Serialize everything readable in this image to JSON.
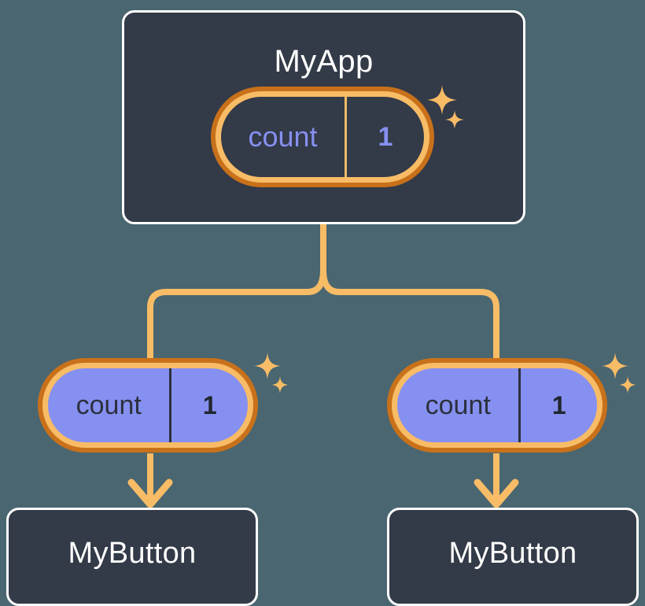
{
  "diagram": {
    "title_text": "",
    "background_color": "#4a6670",
    "accent_colors": {
      "card_background": "#333a48",
      "card_border": "#ffffff",
      "pill_outer_ring": "#c8711a",
      "pill_inner_ring": "#f8bc66",
      "pill_fill_purple": "#8690f0",
      "state_text_purple": "#8690f0",
      "state_text_dark": "#2b313d",
      "connector": "#f8bc66",
      "sparkle": "#f8bc66"
    }
  },
  "nodes": {
    "root": {
      "label": "MyApp",
      "state": {
        "key": "count",
        "value": "1"
      }
    },
    "children": [
      {
        "state": {
          "key": "count",
          "value": "1"
        },
        "label": "MyButton"
      },
      {
        "state": {
          "key": "count",
          "value": "1"
        },
        "label": "MyButton"
      }
    ]
  },
  "icons": {
    "sparkle_large": "sparkle-icon",
    "sparkle_small": "sparkle-icon",
    "arrow_down": "arrow-down-icon"
  }
}
